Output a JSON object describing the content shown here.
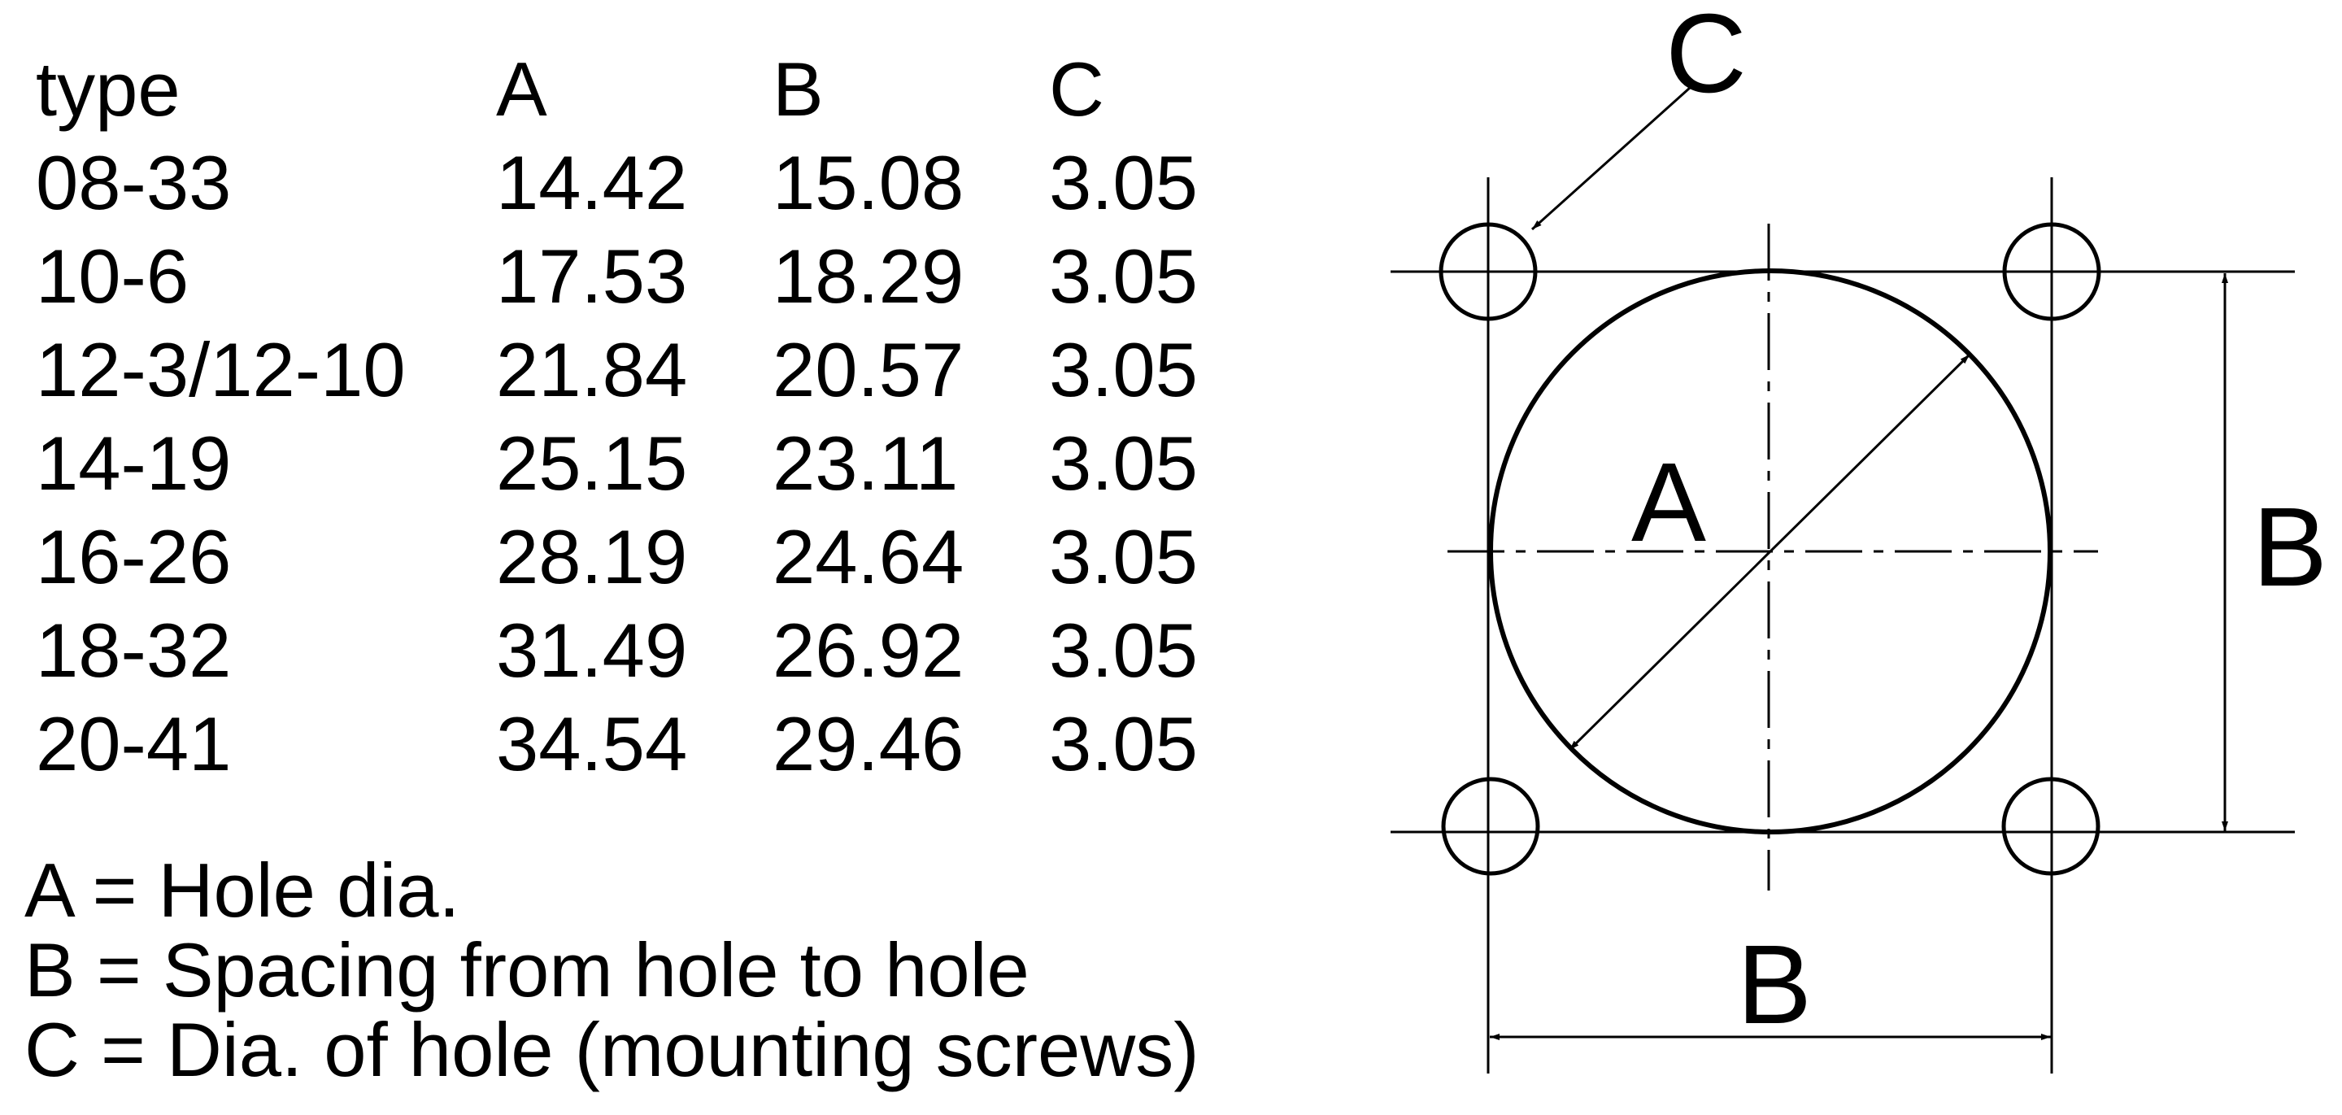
{
  "table": {
    "headers": [
      "type",
      "A",
      "B",
      "C"
    ],
    "rows": [
      [
        "08-33",
        "14.42",
        "15.08",
        "3.05"
      ],
      [
        "10-6",
        "17.53",
        "18.29",
        "3.05"
      ],
      [
        "12-3/12-10",
        "21.84",
        "20.57",
        "3.05"
      ],
      [
        "14-19",
        "25.15",
        "23.11",
        "3.05"
      ],
      [
        "16-26",
        "28.19",
        "24.64",
        "3.05"
      ],
      [
        "18-32",
        "31.49",
        "26.92",
        "3.05"
      ],
      [
        "20-41",
        "34.54",
        "29.46",
        "3.05"
      ]
    ]
  },
  "legend": [
    "A = Hole dia.",
    "B = Spacing from hole to hole",
    "C = Dia. of hole (mounting screws)"
  ],
  "drawing": {
    "label_c": "C",
    "label_a": "A",
    "label_b_vertical": "B",
    "label_b_horizontal": "B"
  }
}
